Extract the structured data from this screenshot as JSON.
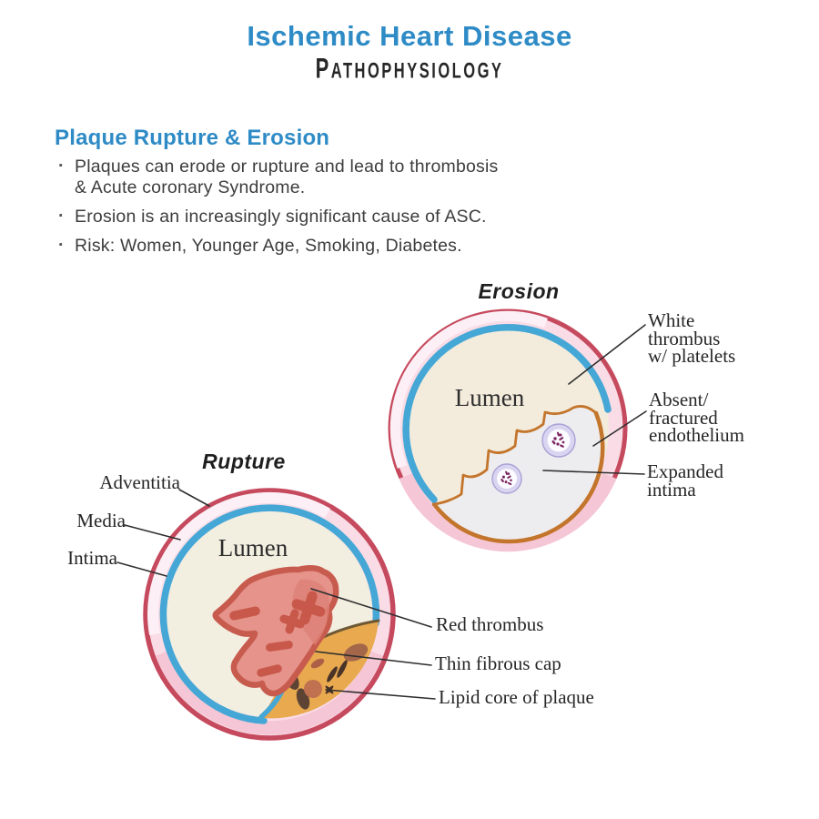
{
  "header": {
    "title": "Ischemic Heart Disease",
    "subtitle": "Pathophysiology"
  },
  "section": {
    "heading": "Plaque Rupture & Erosion",
    "bullets": [
      "Plaques can erode or rupture and lead to thrombosis &  Acute coronary Syndrome.",
      "Erosion is an increasingly significant cause of ASC.",
      "Risk: Women, Younger Age, Smoking, Diabetes."
    ]
  },
  "erosion": {
    "title": "Erosion",
    "lumen": "Lumen",
    "labels": {
      "white_thrombus": [
        "White",
        "thrombus",
        "w/ platelets"
      ],
      "absent_endothelium": [
        "Absent/",
        "fractured",
        "endothelium"
      ],
      "expanded_intima": [
        "Expanded",
        "intima"
      ]
    }
  },
  "rupture": {
    "title": "Rupture",
    "lumen": "Lumen",
    "labels": {
      "adventitia": "Adventitia",
      "media": "Media",
      "intima": "Intima",
      "red_thrombus": "Red thrombus",
      "thin_fibrous_cap": "Thin fibrous cap",
      "lipid_core": "Lipid core of plaque"
    }
  },
  "colors": {
    "accent_blue": "#2e8bc6",
    "vessel_wall_red": "#c64a5e",
    "vessel_pink": "#f9dce6",
    "vessel_pink_dark": "#f5c6d5",
    "intima_blue": "#45a7d6",
    "lumen_cream": "#f2eada",
    "endothelium_orange": "#c4752c",
    "white_thrombus_grey": "#ededef",
    "platelet_lavender": "#d9d4f0",
    "platelet_speckle": "#7b2460",
    "red_thrombus_fill": "#e5938b",
    "red_thrombus_stroke": "#c75b4e",
    "lipid_core_yellow": "#e9a94f",
    "text_dark": "#2b2b2b"
  }
}
